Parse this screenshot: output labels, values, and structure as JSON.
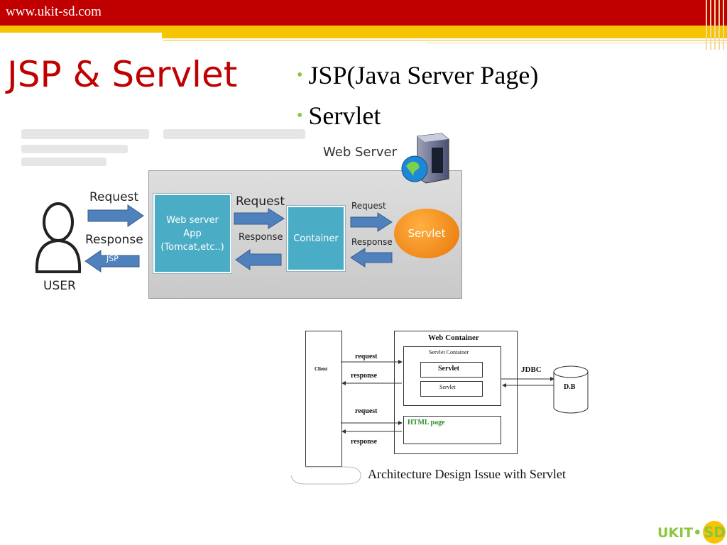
{
  "header": {
    "site_url": "www.ukit-sd.com",
    "brand_color": "#c00000",
    "accent_color": "#f6c400"
  },
  "slide": {
    "title": "JSP & Servlet",
    "bullets": [
      "JSP(Java Server Page)",
      "Servlet"
    ],
    "bullet_color": "#8cc63f"
  },
  "diagram1": {
    "web_server_label": "Web Server",
    "user_label": "USER",
    "request_label_left": "Request",
    "response_label_left": "Response",
    "jsp_label": "JSP",
    "webapp_label": "Web server\nApp\n(Tomcat,etc..)",
    "request_label_mid": "Request",
    "response_label_mid": "Response",
    "container_label": "Container",
    "request_label_right": "Request",
    "response_label_right": "Response",
    "servlet_label": "Servlet",
    "icons": [
      "user-icon",
      "server-globe-icon"
    ]
  },
  "diagram2": {
    "client_label": "Client",
    "web_container_label": "Web Container",
    "servlet_container_label": "Servlet Container",
    "servlet1_label": "Servlet",
    "servlet2_label": "Servlet",
    "html_page_label": "HTML page",
    "jdbc_label": "JDBC",
    "db_label": "D.B",
    "request1": "request",
    "response1": "response",
    "request2": "request",
    "response2": "response",
    "caption": "Architecture Design Issue with Servlet"
  },
  "logo": {
    "text": "UKIT",
    "dot": "•",
    "suffix": "SD"
  }
}
